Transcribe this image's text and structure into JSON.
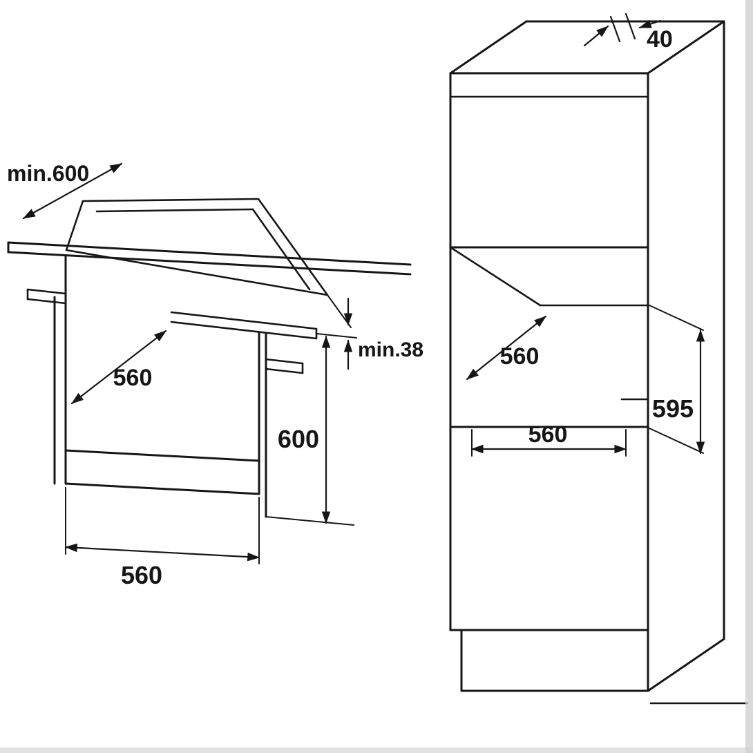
{
  "colors": {
    "line": "#161616",
    "background": "#ffffff",
    "scan_edge": "#cfcfcf"
  },
  "left_view": {
    "worktop_depth_label": "min.600",
    "cavity_depth_label": "560",
    "worktop_thickness_label": "min.38",
    "cavity_height_label": "600",
    "cavity_width_label": "560"
  },
  "right_view": {
    "rear_gap_label": "40",
    "cavity_depth_label": "560",
    "cavity_width_label": "560",
    "cavity_height_label": "595"
  }
}
